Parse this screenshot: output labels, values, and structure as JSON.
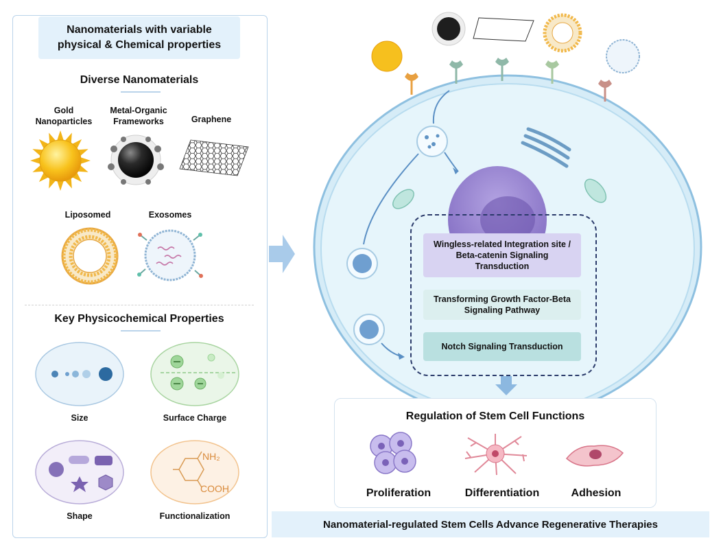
{
  "left": {
    "header": "Nanomaterials with variable physical & Chemical properties",
    "diverse_title": "Diverse Nanomaterials",
    "materials": {
      "gold": "Gold Nanoparticles",
      "mof": "Metal-Organic Frameworks",
      "graphene": "Graphene",
      "liposome": "Liposomed",
      "exosome": "Exosomes"
    },
    "properties_title": "Key Physicochemical Properties",
    "properties": {
      "size": "Size",
      "charge": "Surface Charge",
      "shape": "Shape",
      "functionalization": "Functionalization"
    },
    "chem": {
      "amine": "NH₂",
      "acid": "COOH"
    }
  },
  "pathways": {
    "wnt": "Wingless-related Integration site / Beta-catenin Signaling Transduction",
    "tgf": "Transforming Growth Factor-Beta Signaling Pathway",
    "notch": "Notch Signaling Transduction"
  },
  "regulation": {
    "title": "Regulation of Stem Cell Functions",
    "proliferation": "Proliferation",
    "differentiation": "Differentiation",
    "adhesion": "Adhesion"
  },
  "footer": "Nanomaterial-regulated Stem Cells Advance Regenerative Therapies",
  "colors": {
    "panel_border": "#b9d3ea",
    "header_fill": "#e3f1fb",
    "wnt_fill": "#d8d3f2",
    "tgf_fill": "#dcefef",
    "notch_fill": "#b9e0e0",
    "cell_fill": "#e6f5fb",
    "nucleus": "#8c76c8",
    "arrow": "#5a8fc4"
  }
}
